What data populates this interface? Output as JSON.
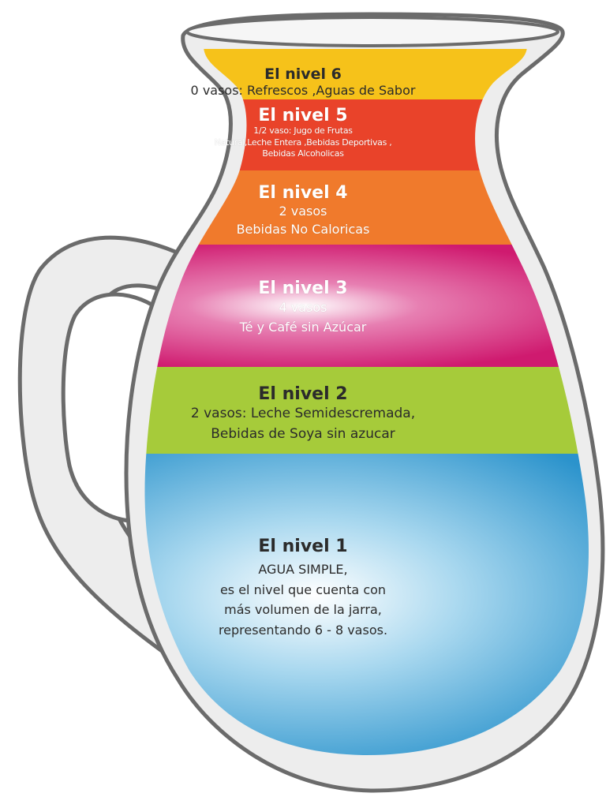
{
  "colors": {
    "jar_fill": "#ededed",
    "jar_outline": "#6b6b6b",
    "level6": "#f6c21a",
    "level5": "#e9432a",
    "level4": "#f07a2c",
    "level3": "#d21f72",
    "level2": "#a6cb3a",
    "level1": "#3aa0d3"
  },
  "levels": [
    {
      "title": "El nivel 6",
      "lines": [
        "0 vasos: Refrescos ,Aguas de Sabor"
      ]
    },
    {
      "title": "El nivel 5",
      "lines": [
        "1/2 vaso: Jugo de Frutas",
        "Natural,Leche Entera ,Bebidas Deportivas ,",
        "Bebidas Alcoholicas"
      ]
    },
    {
      "title": "El nivel 4",
      "lines": [
        "2 vasos",
        "Bebidas No Caloricas"
      ]
    },
    {
      "title": "El nivel 3",
      "lines": [
        "4 vasos",
        "Té y Café sin Azúcar"
      ]
    },
    {
      "title": "El nivel 2",
      "lines": [
        "2 vasos: Leche Semidescremada,",
        "Bebidas de Soya sin azucar"
      ]
    },
    {
      "title": "El nivel 1",
      "lines": [
        "AGUA SIMPLE,",
        "es el nivel que cuenta con",
        "más volumen de la jarra,",
        "representando 6 - 8 vasos."
      ]
    }
  ]
}
